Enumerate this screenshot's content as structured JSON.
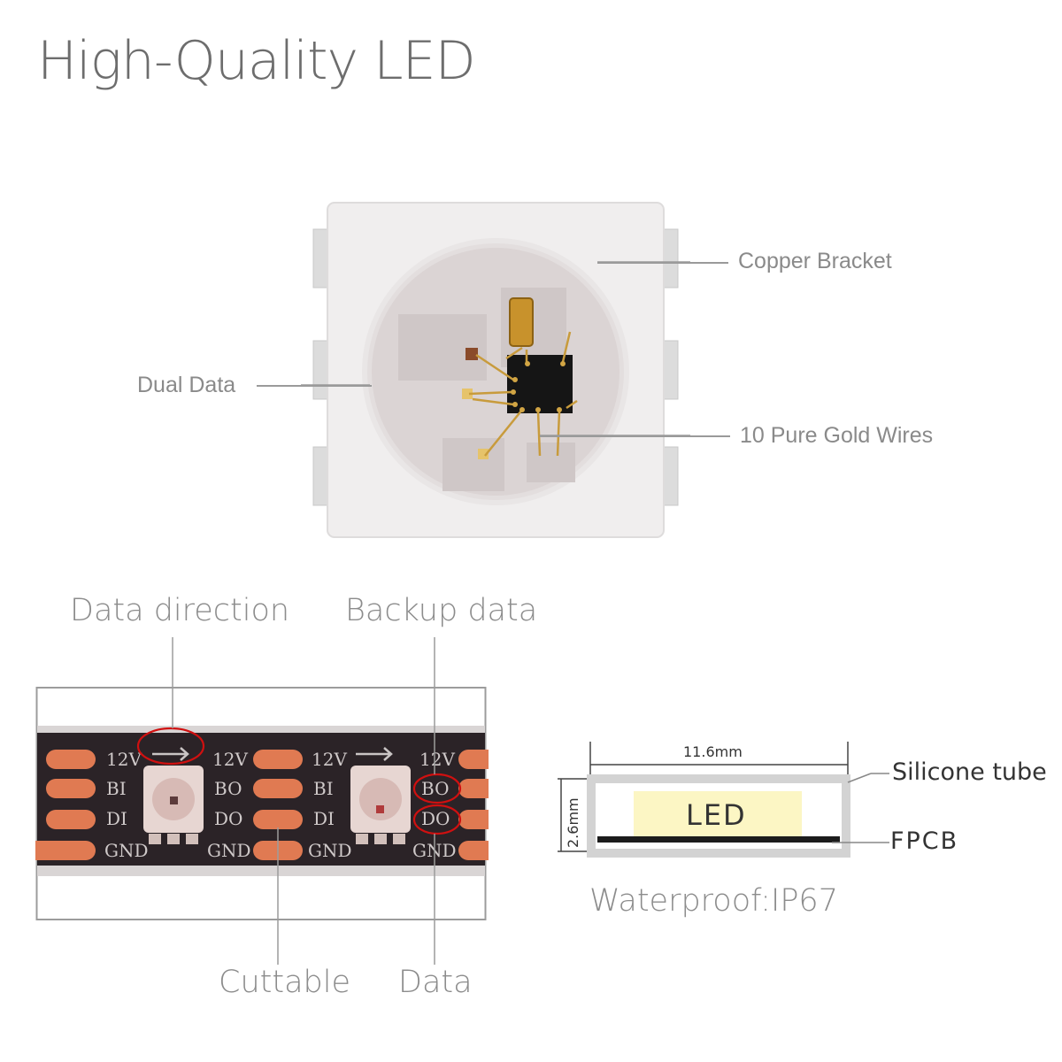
{
  "title": "High-Quality LED",
  "led_chip": {
    "labels": {
      "copper_bracket": "Copper Bracket",
      "dual_data": "Dual Data",
      "gold_wires": "10 Pure Gold Wires"
    }
  },
  "strip": {
    "labels": {
      "data_direction": "Data direction",
      "backup_data": "Backup data",
      "cuttable": "Cuttable",
      "data": "Data"
    },
    "pad_labels": [
      "12V",
      "BI",
      "DI",
      "GND",
      "12V",
      "BO",
      "DO",
      "GND",
      "12V",
      "BI",
      "DI",
      "GND",
      "12V",
      "BO",
      "DO",
      "GND"
    ]
  },
  "cross_section": {
    "width_label": "11.6mm",
    "height_label": "2.6mm",
    "led_label": "LED",
    "silicone_label": "Silicone tube",
    "fpcb_label": "FPCB",
    "waterproof_label": "Waterproof:IP67"
  },
  "colors": {
    "pad": "#e07a52",
    "strip": "#2b2327",
    "highlight_circle": "#d01010",
    "led_fill": "#fcf6c4"
  }
}
